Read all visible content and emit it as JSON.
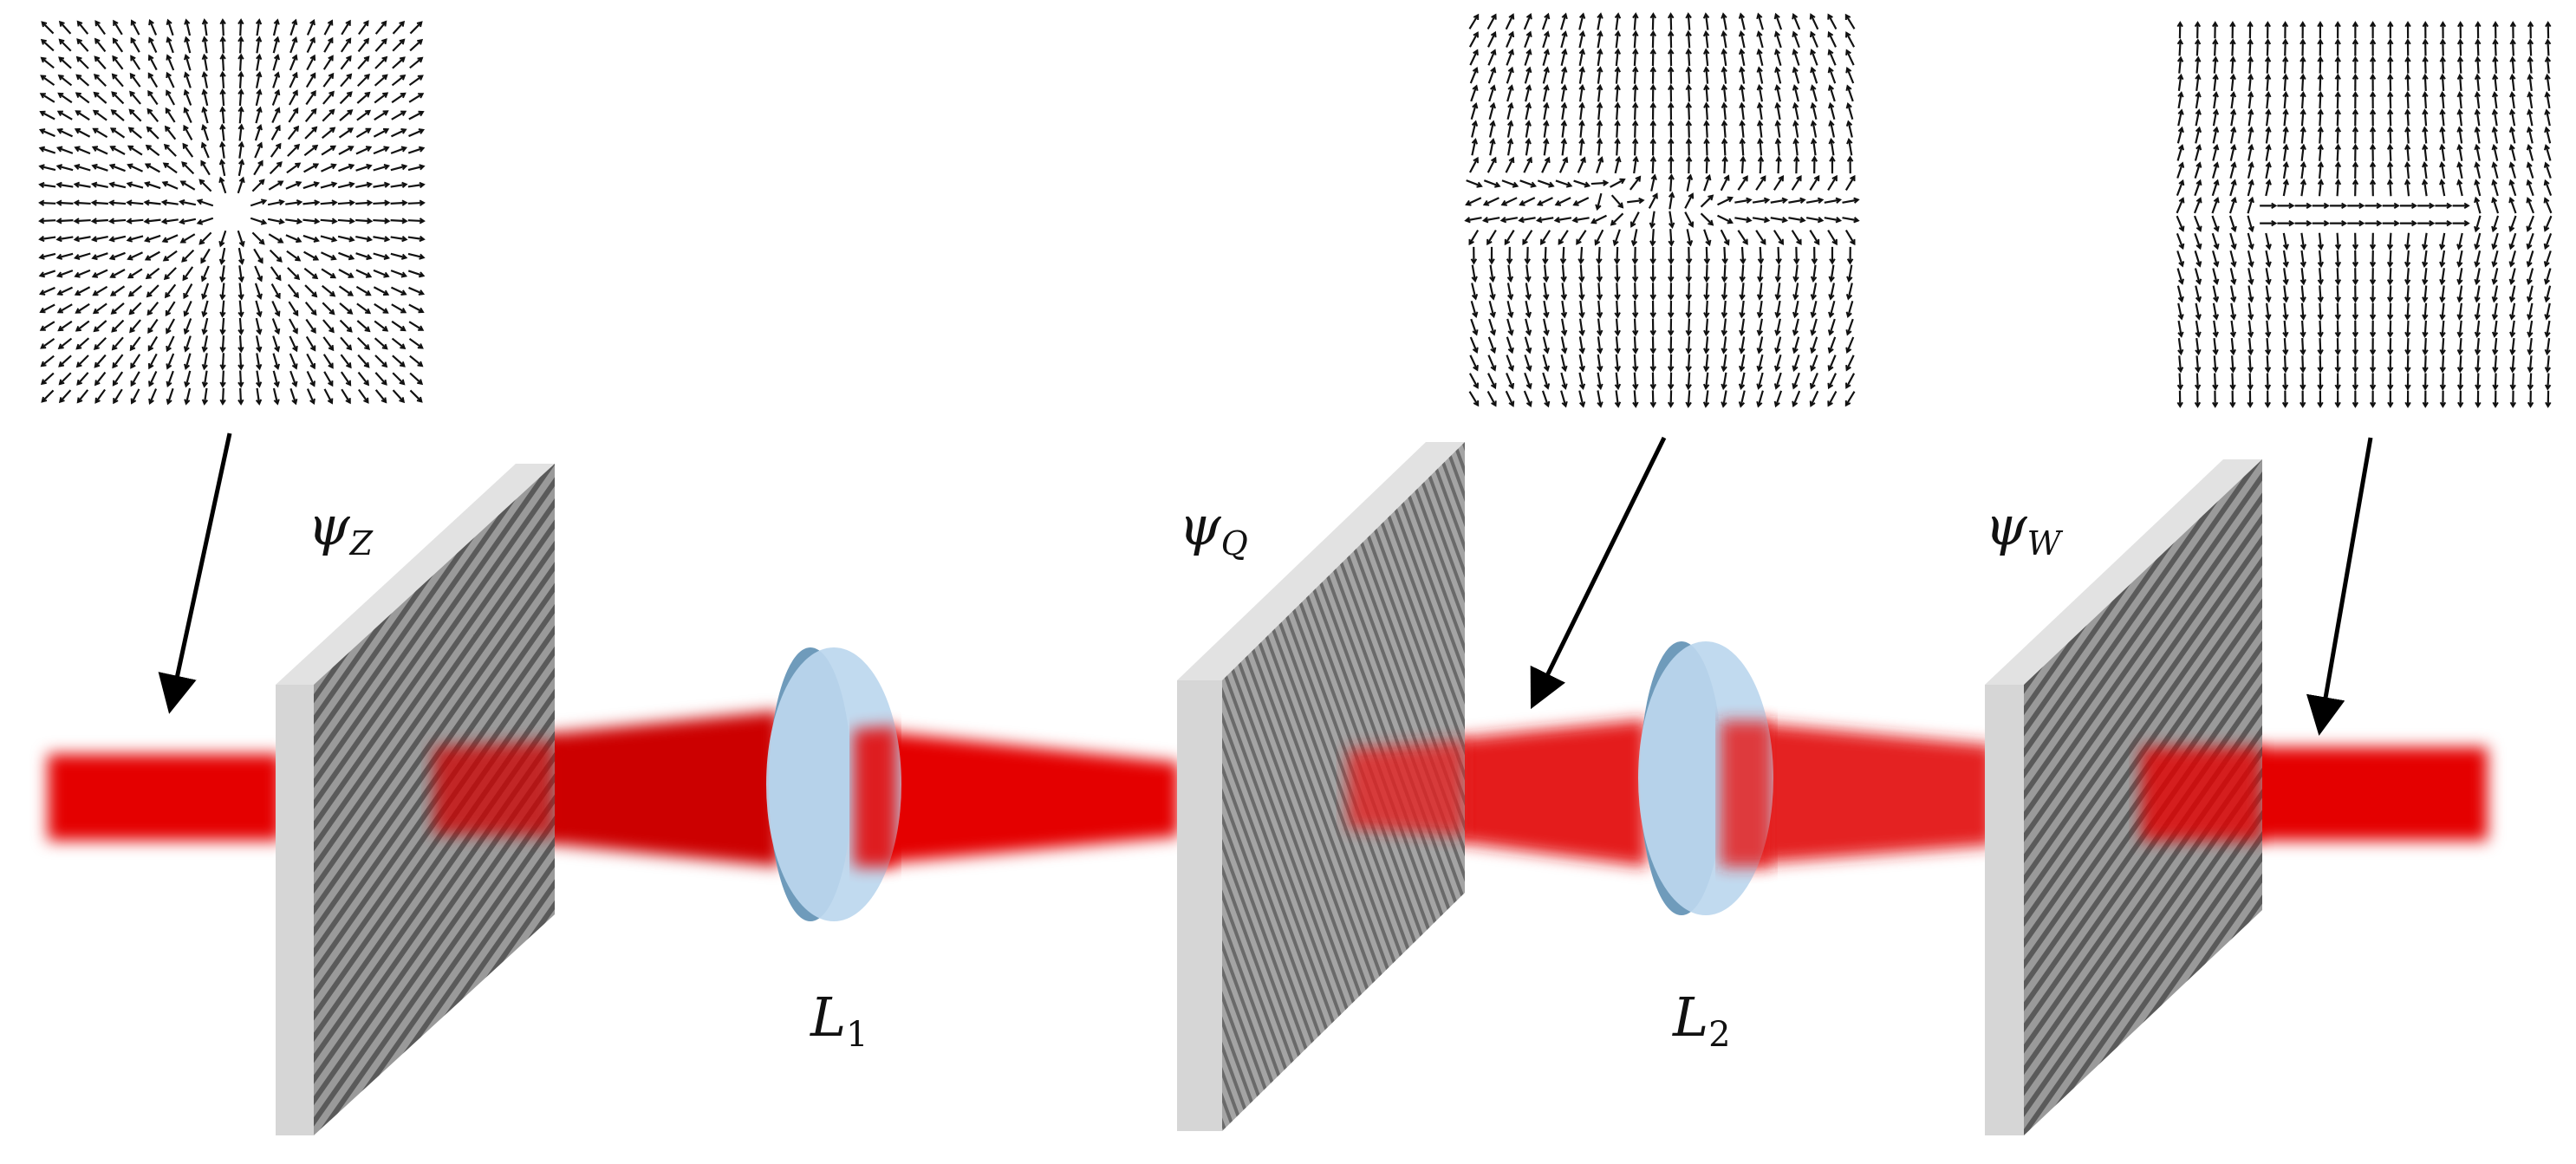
{
  "diagram": {
    "beam_color": "#e00000",
    "beam_color_dark": "#b80000",
    "slm_face_color": "#8a8a8a",
    "slm_edge_color": "#d9d9d9",
    "lens_face_color": "#bcd7ee",
    "lens_edge_color": "#6f9bbb",
    "field_plot_style": "vector field of short black arrows",
    "labels": {
      "slm1": {
        "symbol": "ψ",
        "sub": "Z"
      },
      "slm2": {
        "symbol": "ψ",
        "sub": "Q"
      },
      "slm3": {
        "symbol": "ψ",
        "sub": "W"
      },
      "lens1": {
        "symbol": "L",
        "sub": "1"
      },
      "lens2": {
        "symbol": "L",
        "sub": "2"
      }
    },
    "field_plots": [
      {
        "id": "input",
        "pattern": "radial",
        "icon": "radial-vector-field"
      },
      {
        "id": "after-lens-2",
        "pattern": "vertical-with-horizontal-core",
        "icon": "vector-field"
      },
      {
        "id": "output",
        "pattern": "split-vertical",
        "icon": "vector-field"
      }
    ]
  }
}
